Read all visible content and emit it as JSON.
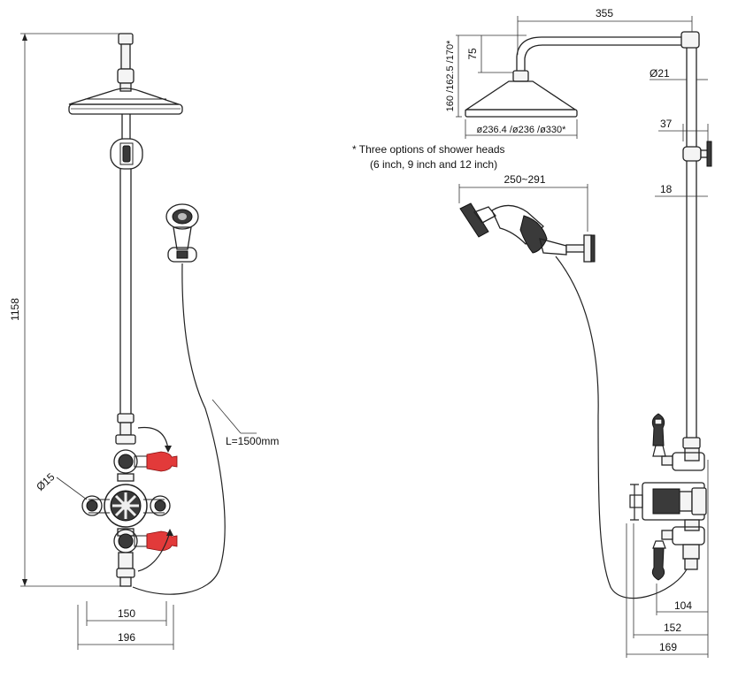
{
  "dimensions": {
    "overall_height": "1158",
    "arm_length": "355",
    "riser_drop": "160 /162.5 /170*",
    "rose_neck": "75",
    "pipe_dia": "Ø21",
    "wall_standoff": "37",
    "bracket_offset": "18",
    "rose_dia": "ø236.4 /ø236 /ø330*",
    "handset_reach": "250~291",
    "hose_length": "L=1500mm",
    "valve_inlet_dia": "Ø15",
    "centres": "150",
    "overall_width": "196",
    "valve_depth_104": "104",
    "valve_depth_152": "152",
    "valve_depth_169": "169"
  },
  "notes": {
    "line1": "* Three options of shower heads",
    "line2": "(6 inch, 9 inch and 12 inch)"
  },
  "colors": {
    "line": "#222222",
    "handle_accent": "#e23a3a"
  }
}
